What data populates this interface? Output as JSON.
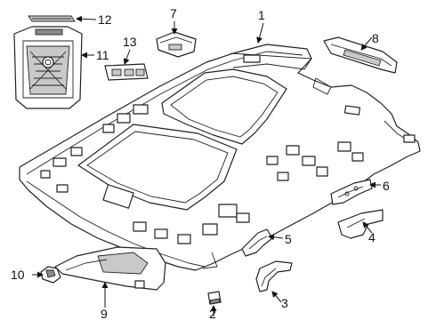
{
  "callouts": [
    {
      "id": "1",
      "text": "1"
    },
    {
      "id": "2",
      "text": "2"
    },
    {
      "id": "3",
      "text": "3"
    },
    {
      "id": "4",
      "text": "4"
    },
    {
      "id": "5",
      "text": "5"
    },
    {
      "id": "6",
      "text": "6"
    },
    {
      "id": "7",
      "text": "7"
    },
    {
      "id": "8",
      "text": "8"
    },
    {
      "id": "9",
      "text": "9"
    },
    {
      "id": "10",
      "text": "10"
    },
    {
      "id": "11",
      "text": "11"
    },
    {
      "id": "12",
      "text": "12"
    },
    {
      "id": "13",
      "text": "13"
    }
  ],
  "colors": {
    "line": "#222222",
    "shade": "#c9c9c9",
    "background": "#ffffff"
  }
}
